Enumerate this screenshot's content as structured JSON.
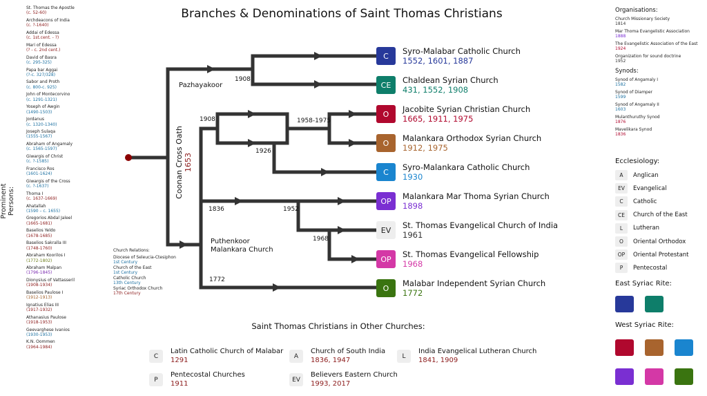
{
  "title": "Branches & Denominations of Saint Thomas Christians",
  "persons_label": "Prominent Persons:",
  "persons": [
    {
      "name": "St. Thomas the Apostle",
      "date": "(c. 52-60)",
      "color": "#8b1a1a"
    },
    {
      "name": "Archdeacons of India",
      "date": "(c. ?-1640)",
      "color": "#8b1a1a"
    },
    {
      "name": "Addai of Edessa",
      "date": "(c. 1st.cent. - ?)",
      "color": "#8b1a1a"
    },
    {
      "name": "Mari of Edessa",
      "date": "(? - c. 2nd cent.)",
      "color": "#8b1a1a"
    },
    {
      "name": "David of Basra",
      "date": "(c. 295-325)",
      "color": "#1a6fa0"
    },
    {
      "name": "Papa bar Aggai",
      "date": "(?-c. 327/328)",
      "color": "#1a6fa0"
    },
    {
      "name": "Sabor and Proth",
      "date": "(c. 800-c. 925)",
      "color": "#1a6fa0"
    },
    {
      "name": "John of Montecorvino",
      "date": "(c. 1291-1321)",
      "color": "#1a6fa0"
    },
    {
      "name": "Yoseph of Awgin",
      "date": "(1490-1503)",
      "color": "#1a6fa0"
    },
    {
      "name": "Jordanus",
      "date": "(c. 1320-1340)",
      "color": "#1a6fa0"
    },
    {
      "name": "Joseph Sulaqa",
      "date": "(1555-1567)",
      "color": "#1a6fa0"
    },
    {
      "name": "Abraham of Angamaly",
      "date": "(c. 1565-1597)",
      "color": "#1a6fa0"
    },
    {
      "name": "Giwargis of Christ",
      "date": "(c. ?-1585)",
      "color": "#1a6fa0"
    },
    {
      "name": "Francisco Ros",
      "date": "(1601-1624)",
      "color": "#1a6fa0"
    },
    {
      "name": "Giwargis of the Cross",
      "date": "(c. ?-1637)",
      "color": "#1a6fa0"
    },
    {
      "name": "Thoma I",
      "date": "(c. 1637-1669)",
      "color": "#8b1a1a"
    },
    {
      "name": "Ahatallah",
      "date": "(1590 – c. 1655)",
      "color": "#1a6fa0"
    },
    {
      "name": "Gregorios Abdal Jaleel",
      "date": "(1665-1681)",
      "color": "#8b1a1a"
    },
    {
      "name": "Baselios Yeldo",
      "date": "(1678-1685)",
      "color": "#8b1a1a"
    },
    {
      "name": "Baselios Sakralla III",
      "date": "(1748-1760)",
      "color": "#8b1a1a"
    },
    {
      "name": "Abraham Koorilos I",
      "date": "(1772-1802)",
      "color": "#6b7d1a"
    },
    {
      "name": "Abraham Malpan",
      "date": "(1796-1845)",
      "color": "#7a2ab0"
    },
    {
      "name": "Dionysius of Vattasseril",
      "date": "(1908-1934)",
      "color": "#8b1a1a"
    },
    {
      "name": "Baselios Paulose I",
      "date": "(1912-1913)",
      "color": "#a0602a"
    },
    {
      "name": "Ignatius Elias III",
      "date": "(1917-1932)",
      "color": "#8b1a1a"
    },
    {
      "name": "Athanasius Paulose",
      "date": "(1918-1953)",
      "color": "#8b1a1a"
    },
    {
      "name": "Geevarghese Ivanios",
      "date": "(1930-1953)",
      "color": "#1a6fa0"
    },
    {
      "name": "K.N. Oommen",
      "date": "(1964-1984)",
      "color": "#8b1a1a"
    }
  ],
  "relations": {
    "heading": "Church Relations:",
    "items": [
      {
        "name": "Diocese of Seleucia-Ctesiphon",
        "period": "1st Century",
        "color": "#1a6fa0"
      },
      {
        "name": "Church of the East",
        "period": "1st Century",
        "color": "#1a6fa0"
      },
      {
        "name": "Catholic Church",
        "period": "13th Century",
        "color": "#1a6fa0"
      },
      {
        "name": "Syriac Orthodox Church",
        "period": "17th Century",
        "color": "#8b1a1a"
      }
    ]
  },
  "tree_labels": {
    "pazhayakoor": "Pazhayakoor",
    "coonan": "Coonan Cross Oath",
    "coonan_year": "1653",
    "puthenkoor_1": "Puthenkoor",
    "puthenkoor_2": "Malankara Church",
    "y1908a": "1908",
    "y1908b": "1908",
    "y1958": "1958-1975",
    "y1926": "1926",
    "y1836": "1836",
    "y1952": "1952",
    "y1968": "1968",
    "y1772": "1772"
  },
  "churches": [
    {
      "badge": "C",
      "name": "Syro-Malabar Catholic Church",
      "years": "1552, 1601, 1887",
      "color": "#27399a"
    },
    {
      "badge": "CE",
      "name": "Chaldean Syrian Church",
      "years": "431, 1552, 1908",
      "color": "#0e7e6a"
    },
    {
      "badge": "O",
      "name": "Jacobite Syrian Christian Church",
      "years": "1665, 1911, 1975",
      "color": "#b0082e"
    },
    {
      "badge": "O",
      "name": "Malankara Orthodox Syrian Church",
      "years": "1912, 1975",
      "color": "#a8642e"
    },
    {
      "badge": "C",
      "name": "Syro-Malankara Catholic Church",
      "years": "1930",
      "color": "#1a85cf"
    },
    {
      "badge": "OP",
      "name": "Malankara Mar Thoma Syrian Church",
      "years": "1898",
      "color": "#7a2fd2"
    },
    {
      "badge": "EV",
      "name": "St. Thomas Evangelical Church of India",
      "years": "1961",
      "color": "#eeeeee"
    },
    {
      "badge": "OP",
      "name": "St. Thomas Evangelical Fellowship",
      "years": "1968",
      "color": "#d438a6"
    },
    {
      "badge": "O",
      "name": "Malabar Independent Syrian Church",
      "years": "1772",
      "color": "#3a7410"
    }
  ],
  "organisations": {
    "heading": "Organisations:",
    "items": [
      {
        "name": "Church Missionary Society",
        "year": "1814",
        "color": "#333333"
      },
      {
        "name": "Mar Thoma Evangelistic Association",
        "year": "1888",
        "color": "#7a2fd2"
      },
      {
        "name": "The Evangelistic Association of the East",
        "year": "1924",
        "color": "#b0082e"
      },
      {
        "name": "Organization for sound doctrine",
        "year": "1952",
        "color": "#333333"
      }
    ]
  },
  "synods": {
    "heading": "Synods:",
    "items": [
      {
        "name": "Synod of Angamaly I",
        "year": "1582",
        "color": "#1a6fa0"
      },
      {
        "name": "Synod of Diamper",
        "year": "1599",
        "color": "#1a6fa0"
      },
      {
        "name": "Synod of Angamaly II",
        "year": "1603",
        "color": "#1a6fa0"
      },
      {
        "name": "Mulanthuruthy Synod",
        "year": "1876",
        "color": "#b0082e"
      },
      {
        "name": "Mavelikara Synod",
        "year": "1836",
        "color": "#b0082e"
      }
    ]
  },
  "ecclesiology": {
    "heading": "Ecclesiology:",
    "items": [
      {
        "badge": "A",
        "label": "Anglican"
      },
      {
        "badge": "EV",
        "label": "Evangelical"
      },
      {
        "badge": "C",
        "label": "Catholic"
      },
      {
        "badge": "CE",
        "label": "Church of the East"
      },
      {
        "badge": "L",
        "label": "Lutheran"
      },
      {
        "badge": "O",
        "label": "Oriental Orthodox"
      },
      {
        "badge": "OP",
        "label": "Oriental Protestant"
      },
      {
        "badge": "P",
        "label": "Pentecostal"
      }
    ]
  },
  "east_rite": {
    "heading": "East Syriac Rite:",
    "colors": [
      "#27399a",
      "#0e7e6a"
    ]
  },
  "west_rite": {
    "heading": "West Syriac Rite:",
    "colors": [
      "#b0082e",
      "#a8642e",
      "#1a85cf",
      "#7a2fd2",
      "#d438a6",
      "#3a7410"
    ]
  },
  "other": {
    "heading": "Saint Thomas Christians in Other Churches:",
    "items": [
      {
        "badge": "C",
        "name": "Latin Catholic Church of Malabar",
        "years": "1291"
      },
      {
        "badge": "A",
        "name": "Church of South India",
        "years": "1836, 1947"
      },
      {
        "badge": "L",
        "name": "India Evangelical Lutheran Church",
        "years": "1841, 1909"
      },
      {
        "badge": "P",
        "name": "Pentecostal Churches",
        "years": "1911"
      },
      {
        "badge": "EV",
        "name": "Believers Eastern Church",
        "years": "1993, 2017"
      }
    ]
  }
}
